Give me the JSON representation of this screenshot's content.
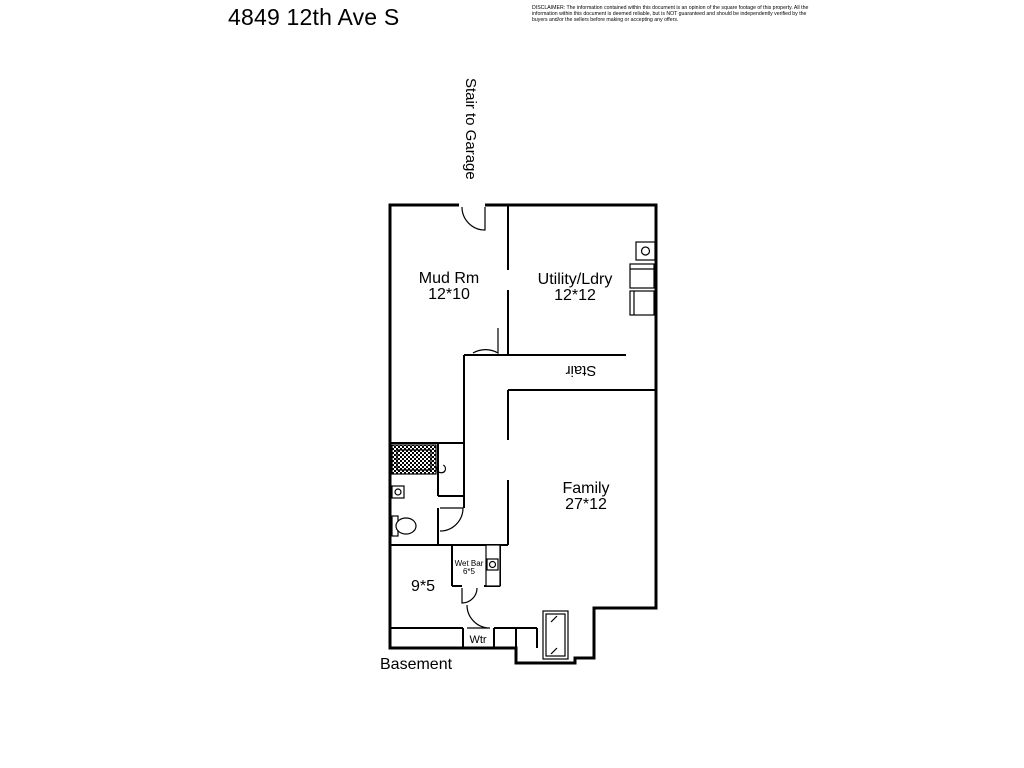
{
  "header": {
    "address": "4849 12th Ave S",
    "disclaimer": "DISCLAIMER: The information contained within this document is an opinion of the square footage of this property. All the information within this document is deemed reliable, but is NOT guaranteed and should be independently verified by the buyers and/or the sellers before making or accepting any offers."
  },
  "floor_label": "Basement",
  "labels": {
    "stair_to_garage": "Stair to Garage",
    "stair": "Stair",
    "closet": "C",
    "water_heater": "Wtr"
  },
  "rooms": {
    "mud": {
      "name": "Mud Rm",
      "dims": "12*10"
    },
    "utility": {
      "name": "Utility/Ldry",
      "dims": "12*12"
    },
    "family": {
      "name": "Family",
      "dims": "27*12"
    },
    "wetbar": {
      "name": "Wet Bar",
      "dims": "6*5"
    },
    "bedroom": {
      "dims": "9*5"
    }
  }
}
